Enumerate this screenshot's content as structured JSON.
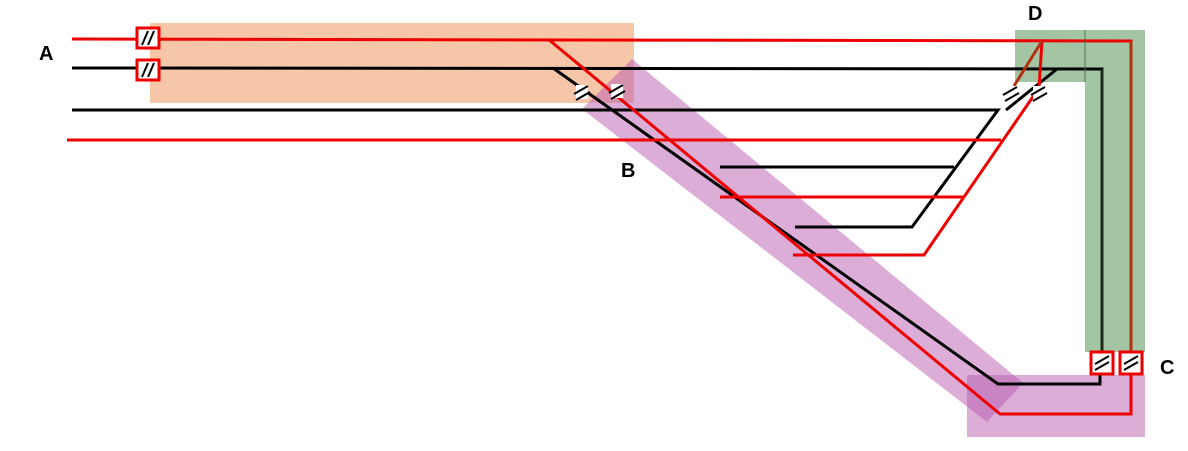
{
  "labels": {
    "a": "A",
    "b": "B",
    "c": "C",
    "d": "D"
  },
  "colors": {
    "zone_a": "#f0a070",
    "zone_b": "#b85cb0",
    "zone_c": "#b85cb0",
    "zone_d": "#5a965a",
    "track_red": "#ee0000",
    "track_black": "#000000",
    "track_dark_red": "#b03010",
    "joint_box": "#ee0000"
  },
  "icons": {
    "insulated_joint_boxed": "insulated-joint-boxed-icon",
    "insulated_joint_open": "insulated-joint-icon"
  }
}
